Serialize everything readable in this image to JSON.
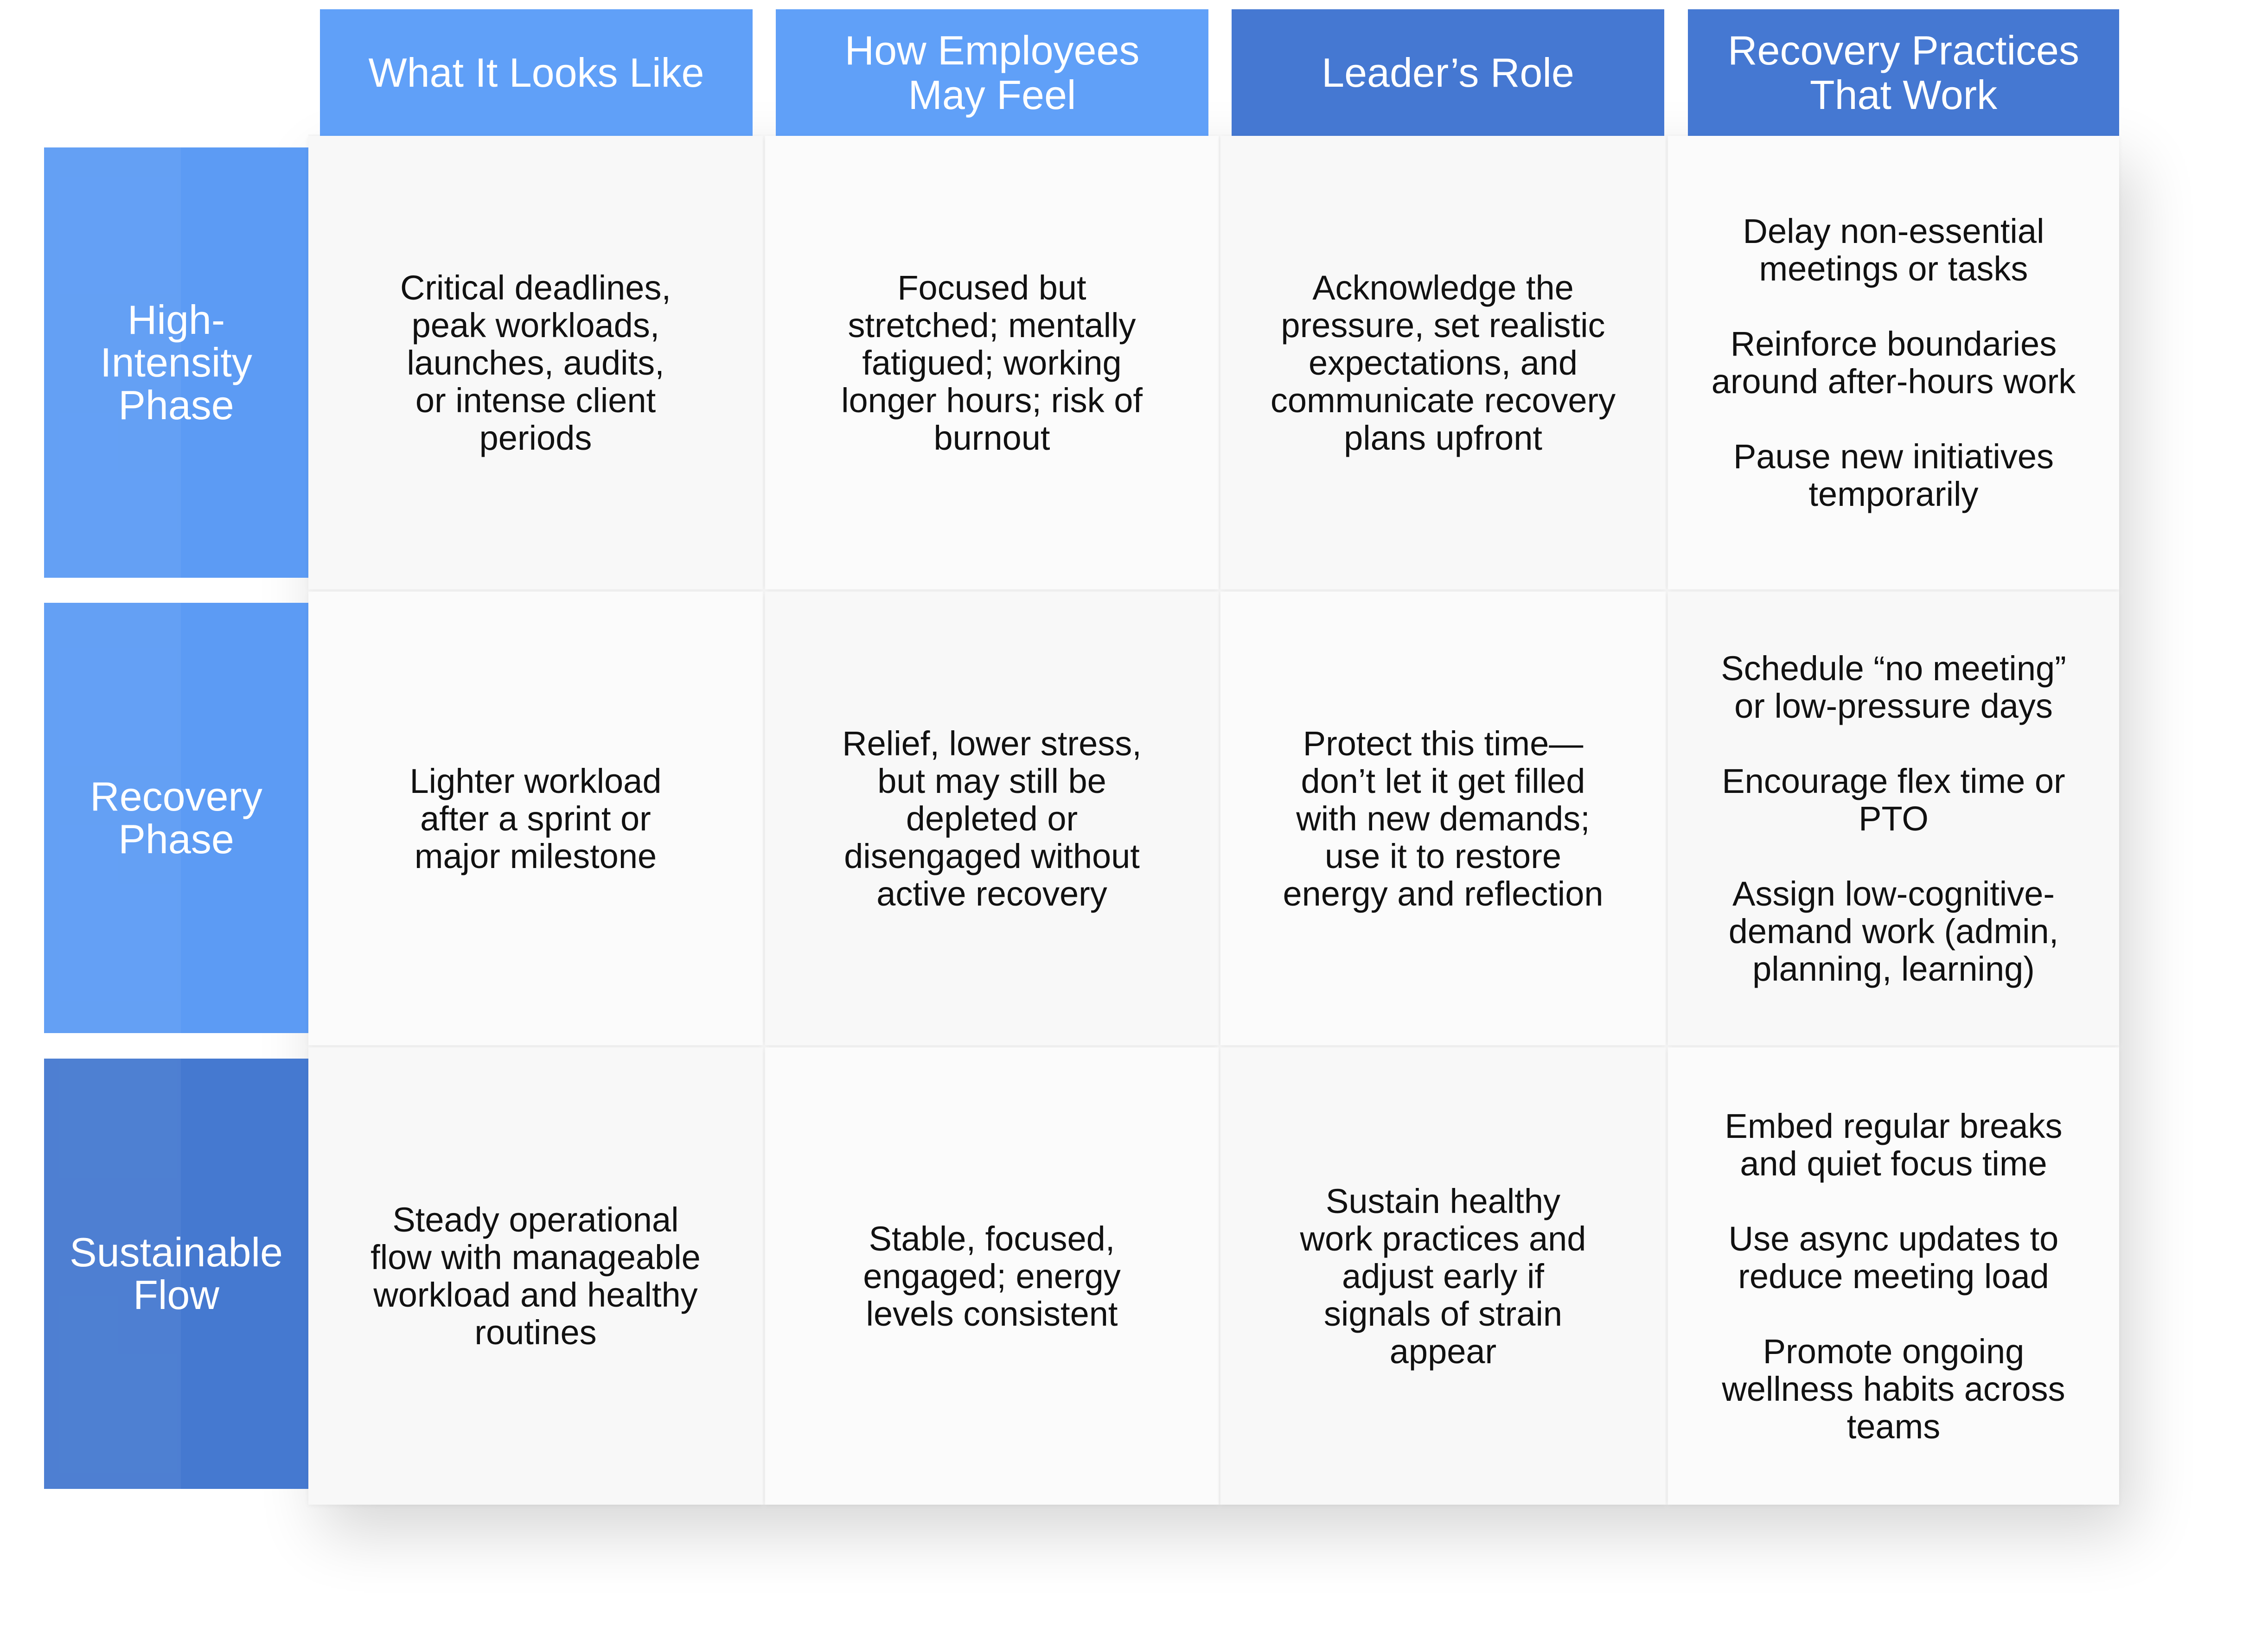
{
  "colors": {
    "header_light": "#60a0f8",
    "header_dark": "#4578d2",
    "row_light": "#5c9bf4",
    "row_dark": "#4579d0",
    "cell_bg": "#f8f8f8"
  },
  "columns": [
    "What It Looks Like",
    "How Employees\nMay Feel",
    "Leader’s Role",
    "Recovery Practices\nThat Work"
  ],
  "rows": [
    {
      "label": "High-\nIntensity\nPhase",
      "looks_like": "Critical deadlines,\npeak workloads,\nlaunches, audits,\nor intense client\nperiods",
      "employees_feel": "Focused but\nstretched; mentally\nfatigued; working\nlonger hours; risk of\nburnout",
      "leader_role": "Acknowledge the\npressure, set realistic\nexpectations, and\ncommunicate recovery\nplans upfront",
      "practices": [
        "Delay non-essential\nmeetings or tasks",
        "Reinforce boundaries\naround after-hours work",
        "Pause new initiatives\ntemporarily"
      ]
    },
    {
      "label": "Recovery\nPhase",
      "looks_like": "Lighter workload\nafter a sprint or\nmajor milestone",
      "employees_feel": "Relief, lower stress,\nbut may still be\ndepleted or\ndisengaged without\nactive recovery",
      "leader_role": "Protect this time—\ndon’t let it get filled\nwith new demands;\nuse it to restore\nenergy and reflection",
      "practices": [
        "Schedule “no meeting”\nor low-pressure days",
        "Encourage flex time or\nPTO",
        "Assign low-cognitive-\ndemand work (admin,\nplanning, learning)"
      ]
    },
    {
      "label": "Sustainable\nFlow",
      "looks_like": "Steady operational\nflow with manageable\nworkload and healthy\nroutines",
      "employees_feel": "Stable, focused,\nengaged; energy\nlevels consistent",
      "leader_role": "Sustain healthy\nwork practices and\nadjust early if\nsignals of strain\nappear",
      "practices": [
        "Embed regular breaks\nand quiet focus time",
        "Use async updates to\nreduce meeting load",
        "Promote ongoing\nwellness habits across\nteams"
      ]
    }
  ]
}
